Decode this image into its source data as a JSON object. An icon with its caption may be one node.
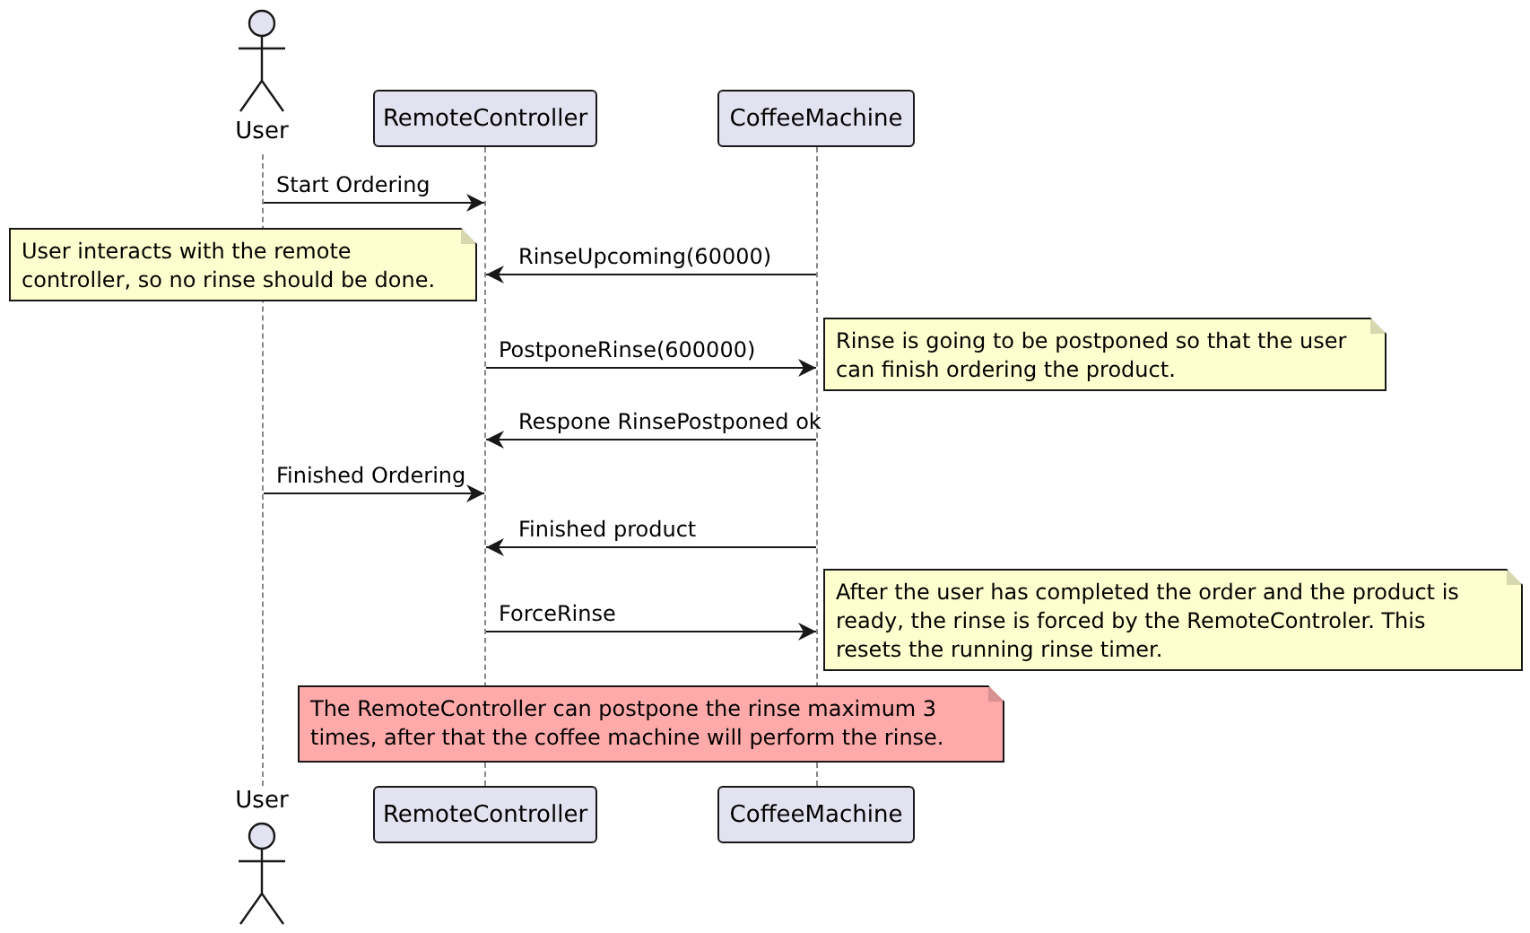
{
  "diagram": {
    "nodes": [
      {
        "text": [
          "User"
        ]
      },
      {
        "text": [
          "RemoteController"
        ]
      },
      {
        "text": [
          "CoffeeMachine"
        ]
      },
      {
        "text": [],
        "shape": "line"
      },
      {
        "text": [],
        "shape": "line"
      },
      {
        "text": [],
        "shape": "line"
      },
      {
        "text": [
          "User interacts with the remote controller, so no rinse should be done."
        ]
      },
      {
        "text": [
          "Rinse is going to be postponed so that the user can finish ordering the product."
        ]
      },
      {
        "text": [
          "After the user has completed the order and the product is ready, the rinse is forced by the RemoteControler. This resets the running rinse timer."
        ]
      },
      {
        "text": [
          "The RemoteController can postpone the rinse maximum 3 times, after that the coffee machine will perform the rinse."
        ]
      },
      {
        "text": [
          "User"
        ]
      },
      {
        "text": [
          "RemoteController"
        ]
      },
      {
        "text": [
          "CoffeeMachine"
        ]
      }
    ],
    "edges": [
      {
        "from": 3,
        "to": 4,
        "arrow": "to",
        "label": "Start Ordering"
      },
      {
        "from": 5,
        "to": 4,
        "arrow": "to",
        "label": "RinseUpcoming(60000)"
      },
      {
        "from": 4,
        "to": 5,
        "arrow": "to",
        "label": "PostponeRinse(600000)"
      },
      {
        "from": 5,
        "to": 4,
        "arrow": "to",
        "label": "Respone RinsePostponed ok"
      },
      {
        "from": 3,
        "to": 4,
        "arrow": "to",
        "label": "Finished Ordering"
      },
      {
        "from": 5,
        "to": 4,
        "arrow": "to",
        "label": "Finished product"
      },
      {
        "from": 4,
        "to": 5,
        "arrow": "to",
        "label": "ForceRinse"
      }
    ]
  }
}
